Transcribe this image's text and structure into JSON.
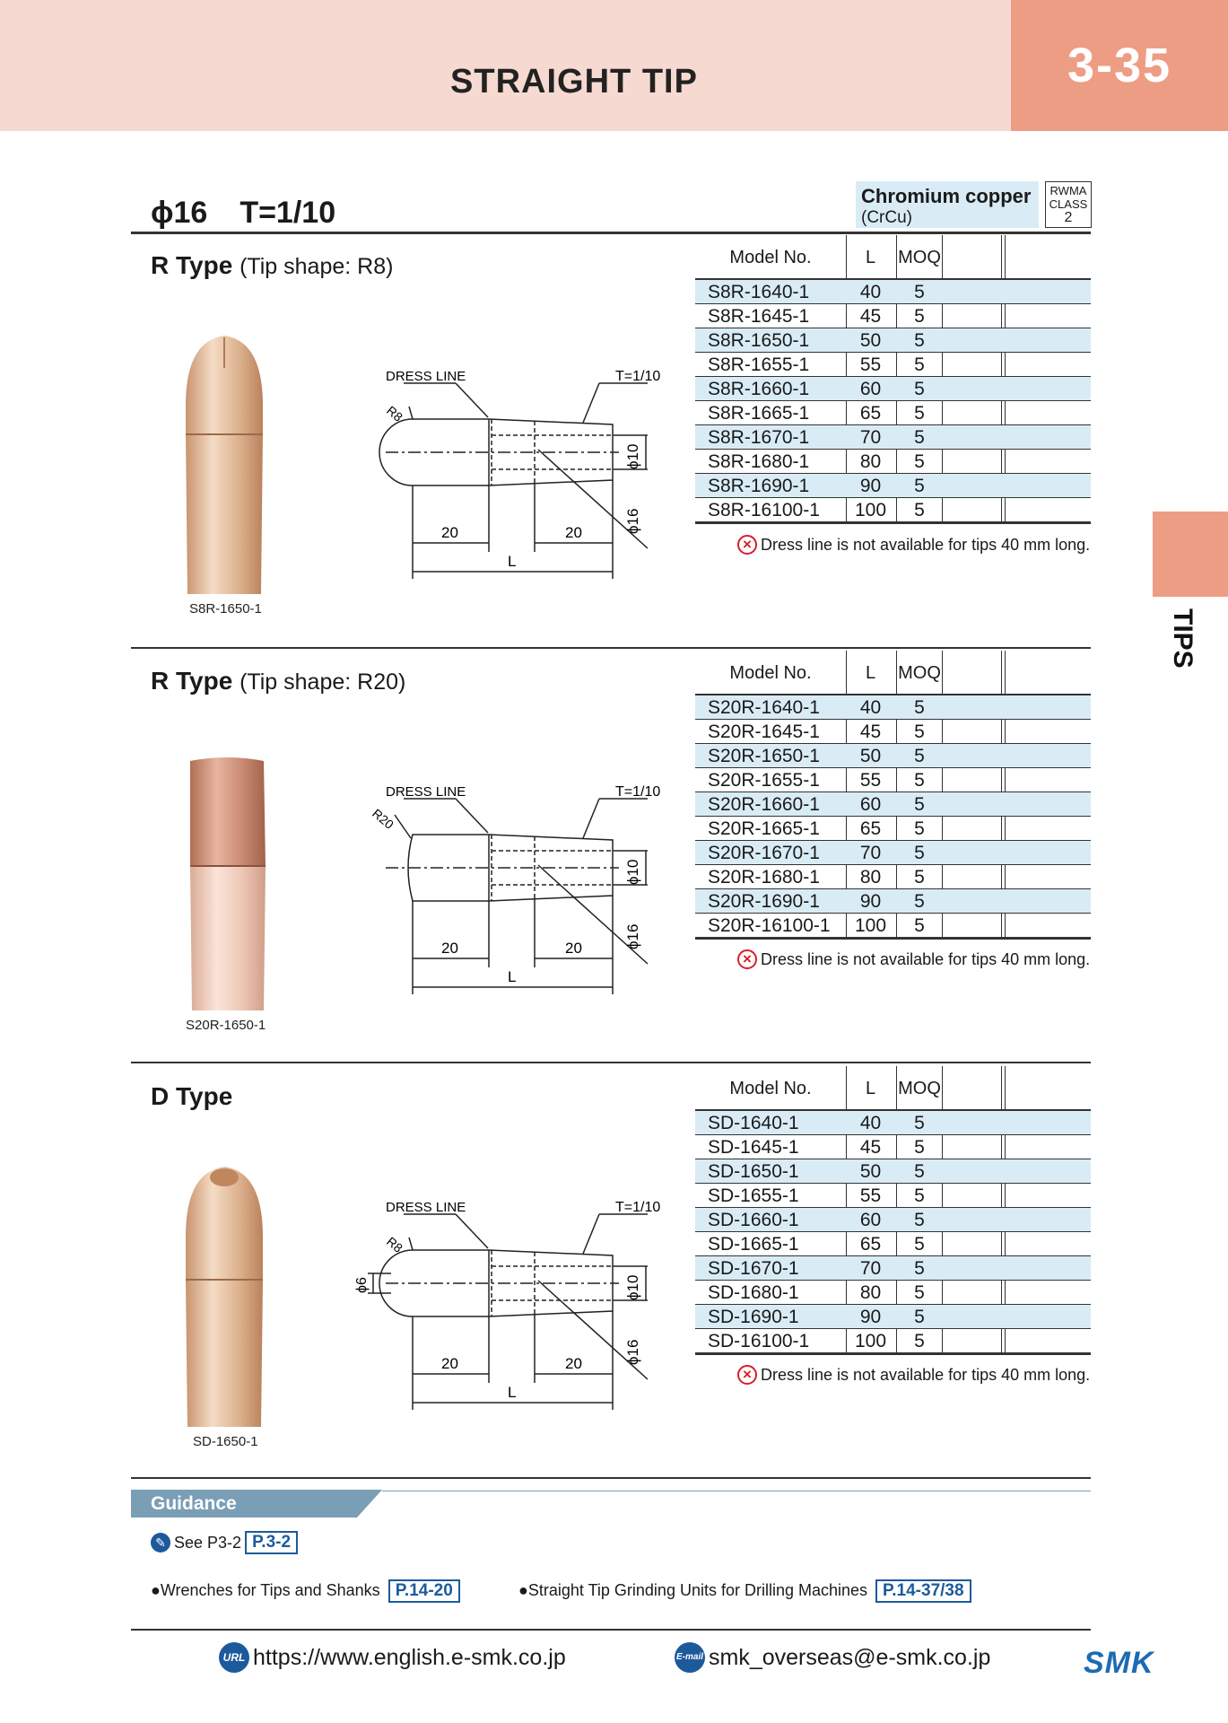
{
  "header": {
    "title": "STRAIGHT TIP",
    "page_number": "3-35"
  },
  "side_tab": {
    "label": "TIPS"
  },
  "spec": {
    "diameter": "ϕ16",
    "taper": "T=1/10"
  },
  "material": {
    "name": "Chromium copper",
    "code": "(CrCu)",
    "rwma_line1": "RWMA",
    "rwma_line2": "CLASS",
    "rwma_class": "2"
  },
  "table_headers": {
    "model": "Model No.",
    "l": "L",
    "moq": "MOQ"
  },
  "note_text": "Dress line is not available for tips 40 mm long.",
  "drawing_labels": {
    "dress_line": "DRESS LINE",
    "taper": "T=1/10",
    "dim20": "20",
    "length": "L",
    "phi10": "ϕ10",
    "phi16": "ϕ16",
    "phi6": "ϕ6"
  },
  "sections": [
    {
      "title": "R Type",
      "subtitle": "(Tip shape: R8)",
      "radius_label": "R8",
      "photo_caption": "S8R-1650-1",
      "rows": [
        {
          "model": "S8R-1640-1",
          "l": "40",
          "moq": "5"
        },
        {
          "model": "S8R-1645-1",
          "l": "45",
          "moq": "5"
        },
        {
          "model": "S8R-1650-1",
          "l": "50",
          "moq": "5"
        },
        {
          "model": "S8R-1655-1",
          "l": "55",
          "moq": "5"
        },
        {
          "model": "S8R-1660-1",
          "l": "60",
          "moq": "5"
        },
        {
          "model": "S8R-1665-1",
          "l": "65",
          "moq": "5"
        },
        {
          "model": "S8R-1670-1",
          "l": "70",
          "moq": "5"
        },
        {
          "model": "S8R-1680-1",
          "l": "80",
          "moq": "5"
        },
        {
          "model": "S8R-1690-1",
          "l": "90",
          "moq": "5"
        },
        {
          "model": "S8R-16100-1",
          "l": "100",
          "moq": "5"
        }
      ]
    },
    {
      "title": "R Type",
      "subtitle": "(Tip shape: R20)",
      "radius_label": "R20",
      "photo_caption": "S20R-1650-1",
      "rows": [
        {
          "model": "S20R-1640-1",
          "l": "40",
          "moq": "5"
        },
        {
          "model": "S20R-1645-1",
          "l": "45",
          "moq": "5"
        },
        {
          "model": "S20R-1650-1",
          "l": "50",
          "moq": "5"
        },
        {
          "model": "S20R-1655-1",
          "l": "55",
          "moq": "5"
        },
        {
          "model": "S20R-1660-1",
          "l": "60",
          "moq": "5"
        },
        {
          "model": "S20R-1665-1",
          "l": "65",
          "moq": "5"
        },
        {
          "model": "S20R-1670-1",
          "l": "70",
          "moq": "5"
        },
        {
          "model": "S20R-1680-1",
          "l": "80",
          "moq": "5"
        },
        {
          "model": "S20R-1690-1",
          "l": "90",
          "moq": "5"
        },
        {
          "model": "S20R-16100-1",
          "l": "100",
          "moq": "5"
        }
      ]
    },
    {
      "title": "D Type",
      "subtitle": "",
      "radius_label": "R8",
      "photo_caption": "SD-1650-1",
      "rows": [
        {
          "model": "SD-1640-1",
          "l": "40",
          "moq": "5"
        },
        {
          "model": "SD-1645-1",
          "l": "45",
          "moq": "5"
        },
        {
          "model": "SD-1650-1",
          "l": "50",
          "moq": "5"
        },
        {
          "model": "SD-1655-1",
          "l": "55",
          "moq": "5"
        },
        {
          "model": "SD-1660-1",
          "l": "60",
          "moq": "5"
        },
        {
          "model": "SD-1665-1",
          "l": "65",
          "moq": "5"
        },
        {
          "model": "SD-1670-1",
          "l": "70",
          "moq": "5"
        },
        {
          "model": "SD-1680-1",
          "l": "80",
          "moq": "5"
        },
        {
          "model": "SD-1690-1",
          "l": "90",
          "moq": "5"
        },
        {
          "model": "SD-16100-1",
          "l": "100",
          "moq": "5"
        }
      ]
    }
  ],
  "guidance": {
    "title": "Guidance",
    "see_text": "See P3-2",
    "see_ref": "P.3-2",
    "item1_text": "●Wrenches for Tips and Shanks",
    "item1_ref": "P.14-20",
    "item2_text": "●Straight Tip Grinding Units for Drilling Machines",
    "item2_ref": "P.14-37/38"
  },
  "footer": {
    "url_icon": "URL",
    "url": "https://www.english.e-smk.co.jp",
    "mail_icon": "E-mail",
    "email": "smk_overseas@e-smk.co.jp",
    "logo": "SMK"
  }
}
